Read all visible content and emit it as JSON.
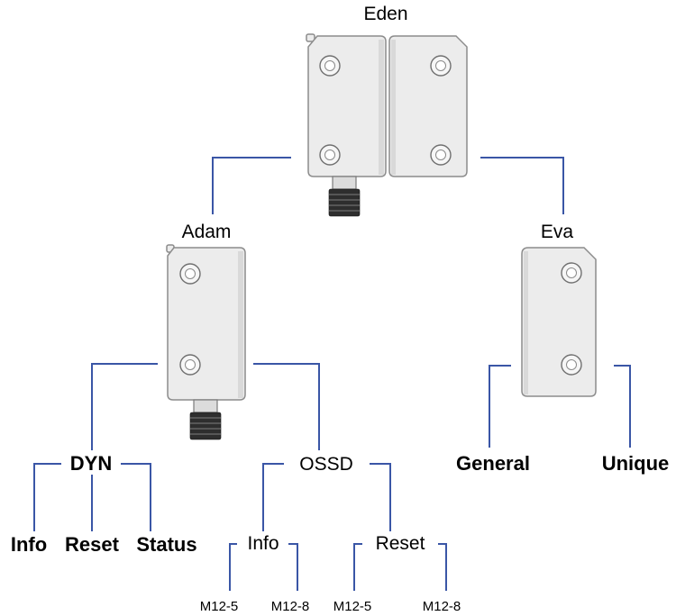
{
  "nodes": {
    "eden": "Eden",
    "adam": "Adam",
    "eva": "Eva",
    "dyn": "DYN",
    "ossd": "OSSD",
    "general": "General",
    "unique": "Unique",
    "dyn_info": "Info",
    "dyn_reset": "Reset",
    "dyn_status": "Status",
    "ossd_info": "Info",
    "ossd_reset": "Reset",
    "info_m12_5": "M12-5",
    "info_m12_8": "M12-8",
    "reset_m12_5": "M12-5",
    "reset_m12_8": "M12-8"
  },
  "colors": {
    "connector": "#3a56a6",
    "device_body": "#ececec",
    "device_outline": "#8c8c8c"
  },
  "icons": {
    "eden": "dual-safety-sensor-with-m12-connector",
    "adam": "safety-sensor-with-m12-connector",
    "eva": "safety-sensor-actuator"
  }
}
